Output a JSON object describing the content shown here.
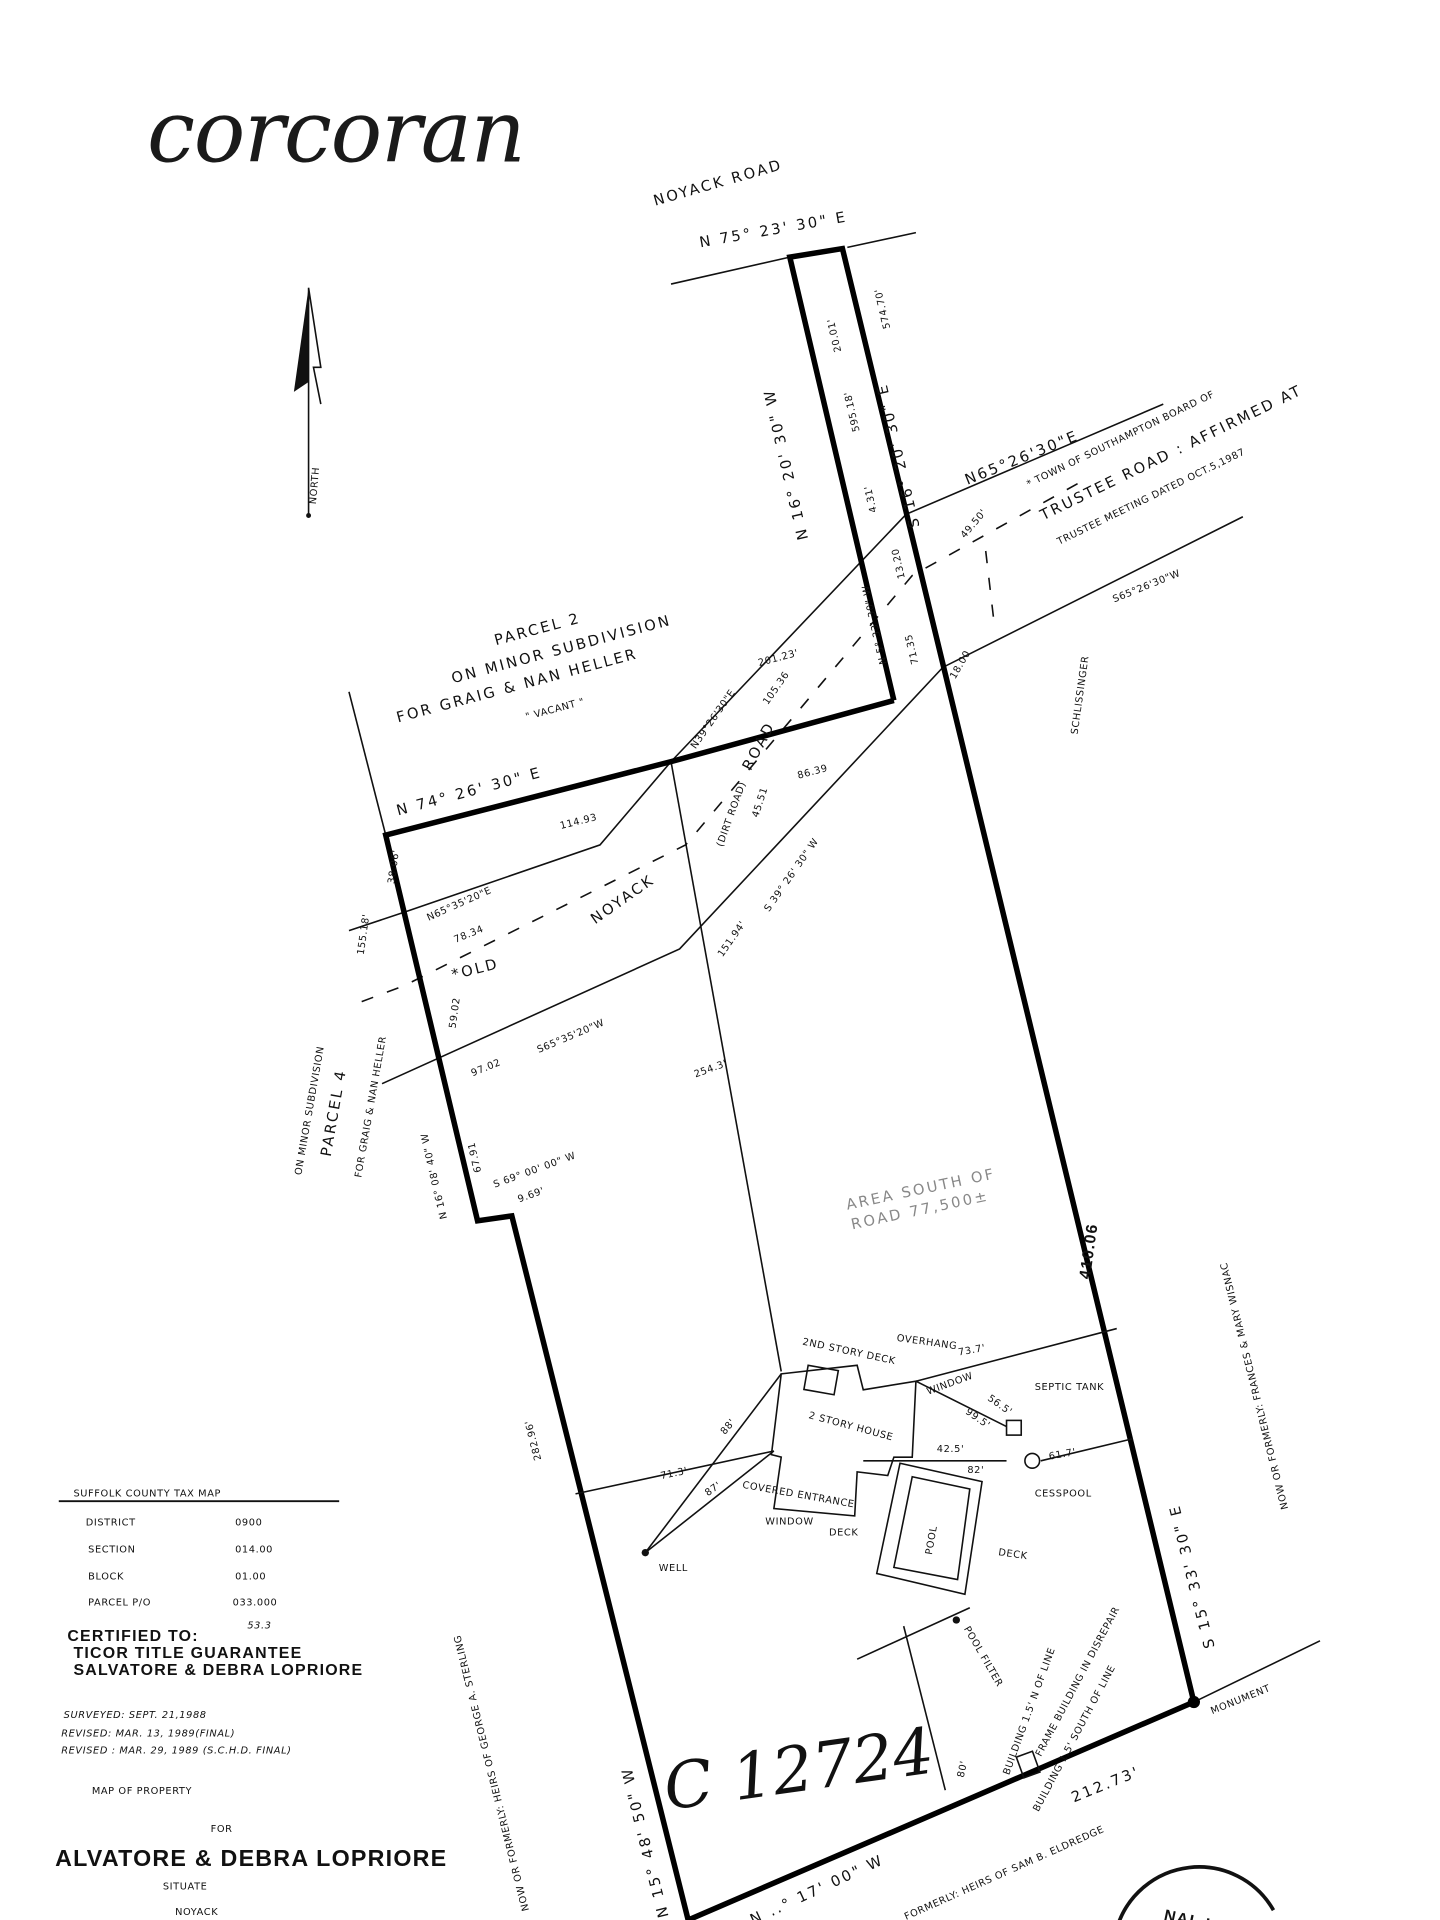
{
  "brand": {
    "logo": "corcoran"
  },
  "north_arrow": {
    "label": "NORTH"
  },
  "labels": {
    "noyack_road": "NOYACK ROAD",
    "road_bearing": "N 75° 23' 30\" E",
    "strip_west_bearing": "N 16° 20' 30\" W",
    "strip_west_len": "595.18'",
    "strip_width": "20.01'",
    "strip_east_len": "574.70'",
    "strip_east_bearing": "S 16° 20' 30\" E",
    "trustee_n_bearing": "N65°26'30\"E",
    "trustee_note_1": "* TOWN OF SOUTHAMPTON BOARD OF",
    "trustee_note_2": "TRUSTEE ROAD : AFFIRMED AT",
    "trustee_note_3": "TRUSTEE MEETING DATED OCT.5,1987",
    "trustee_width": "49.50'",
    "trustee_s_bearing": "S65°26'30\"W",
    "schlissinger": "SCHLISSINGER",
    "dim_431": "4.31'",
    "dim_1320": "13.20",
    "dim_1800": "18.00",
    "parcel2_1": "PARCEL 2",
    "parcel2_2": "ON MINOR SUBDIVISION",
    "parcel2_3": "FOR GRAIG & NAN HELLER",
    "parcel2_4": "\" VACANT \"",
    "north_line_bearing": "N 74° 26' 30\" E",
    "dim_11493": "114.93",
    "dim_4551": "45.51",
    "n39_bearing": "N39°26'30\"E",
    "dim_10536": "105.36",
    "dim_20123": "201.23'",
    "n5_bearing": "N 5° 33' 30\" W",
    "dim_7135": "71.35",
    "road_word": "ROAD",
    "dim_8639": "86.39",
    "dirt_road": "(DIRT ROAD)",
    "noyack_old": "NOYACK",
    "old": "*OLD",
    "s39_bearing": "S 39° 26' 30\" W",
    "dim_15194": "151.94'",
    "n65_35_bearing": "N65°35'20\"E",
    "dim_7834": "78.34",
    "dim_3806": "38.06'",
    "dim_15518": "155.18'",
    "dim_5902": "59.02",
    "s65_35_bearing": "S65°35'20\"W",
    "dim_9702": "97.02",
    "dim_2543": "254.3'",
    "n16_08_bearing": "N 16° 08' 40\" W",
    "dim_6791": "67.91",
    "s69_bearing": "S 69° 00' 00\" W",
    "dim_969": "9.69'",
    "parcel4_1": "PARCEL 4",
    "parcel4_2": "ON MINOR SUBDIVISION",
    "parcel4_3": "FOR GRAIG & NAN HELLER",
    "area_1": "AREA SOUTH OF",
    "area_2": "ROAD 77,500±",
    "dim_41006": "410.06",
    "east_bearing": "S 15° 33' 30\" E",
    "east_owner": "NOW OR FORMERLY: FRANCES & MARY WISNAC",
    "west_owner": "NOW OR FORMERLY: HEIRS OF GEORGE A. STERLING",
    "west_bearing": "N 15° 48' 50\" W",
    "dim_28296": "282.96'",
    "deck_2nd": "2ND STORY DECK",
    "overhang": "OVERHANG",
    "dim_737": "73.7'",
    "septic": "SEPTIC TANK",
    "house": "2 STORY HOUSE",
    "dim_565": "56.5'",
    "dim_995": "99.5'",
    "dim_425": "42.5'",
    "dim_82": "82'",
    "dim_617": "61.7'",
    "cesspool": "CESSPOOL",
    "dim_713": "71.3'",
    "dim_88": "88'",
    "dim_87": "87'",
    "covered_entrance": "COVERED ENTRANCE",
    "window_1": "WINDOW",
    "window_2": "WINDOW",
    "deck_1": "DECK",
    "pool": "POOL",
    "deck_2": "DECK",
    "well": "WELL",
    "pool_filter": "POOL FILTER",
    "file_no": "C 12724",
    "dim_80": "80'",
    "frame_building": "FRAME BUILDING IN DISREPAIR",
    "building_note": "BUILDING 1.5' N OF LINE",
    "building_note_2": "BUILDING 1.5' SOUTH OF LINE",
    "monument": "MONUMENT",
    "dim_21273": "212.73'",
    "south_bearing": "N ..° 17' 00\" W",
    "south_owner": "FORMERLY: HEIRS OF SAM B. ELDREDGE",
    "stamp": "NAL LAND"
  },
  "tax_map": {
    "title": "SUFFOLK COUNTY TAX MAP",
    "rows": [
      {
        "label": "DISTRICT",
        "value": "0900"
      },
      {
        "label": "SECTION",
        "value": "014.00"
      },
      {
        "label": "BLOCK",
        "value": "01.00"
      },
      {
        "label": "PARCEL P/O",
        "value": "033.000"
      }
    ],
    "parcel_note": "53.3",
    "certified_label": "CERTIFIED TO:",
    "certified_1": "TICOR TITLE GUARANTEE",
    "certified_2": "SALVATORE & DEBRA LOPRIORE",
    "surveyed": "SURVEYED: SEPT. 21,1988",
    "revised_1": "REVISED:      MAR. 13, 1989(FINAL)",
    "revised_2": "REVISED : MAR. 29, 1989 (S.C.H.D. FINAL)",
    "map_of": "MAP  OF  PROPERTY",
    "for": "FOR",
    "owner": "ALVATORE & DEBRA  LOPRIORE",
    "situate": "SITUATE",
    "place": "NOYACK"
  }
}
